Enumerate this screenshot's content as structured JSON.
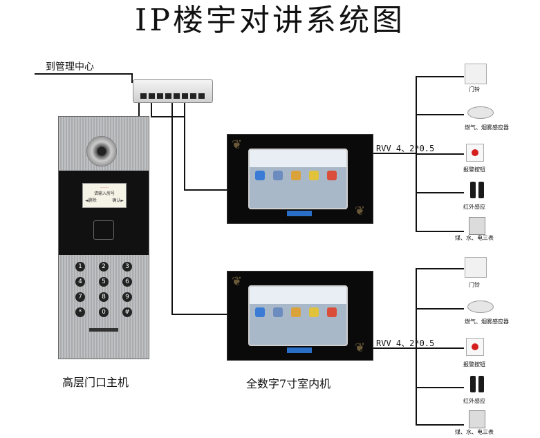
{
  "title": "IP楼宇对讲系统图",
  "labels": {
    "management": "到管理中心",
    "door_station": "高层门口主机",
    "indoor_monitor": "全数字7寸室内机",
    "cable": "RVV 4、2*0.5"
  },
  "door_station": {
    "lcd_top": "……",
    "lcd_prompt": "请输入房号",
    "lcd_left": "◄删除",
    "lcd_right": "确认►",
    "keypad": [
      "1",
      "2",
      "3",
      "4",
      "5",
      "6",
      "7",
      "8",
      "9",
      "*",
      "0",
      "#"
    ]
  },
  "devices": [
    {
      "label": "门铃",
      "icon": "doorbell-icon"
    },
    {
      "label": "燃气、烟雾感应器",
      "icon": "smoke-detector-icon"
    },
    {
      "label": "报警按钮",
      "icon": "alarm-button-icon"
    },
    {
      "label": "红外感应",
      "icon": "infrared-sensor-icon"
    },
    {
      "label": "煤、水、电三表",
      "icon": "utility-meter-icon"
    }
  ]
}
